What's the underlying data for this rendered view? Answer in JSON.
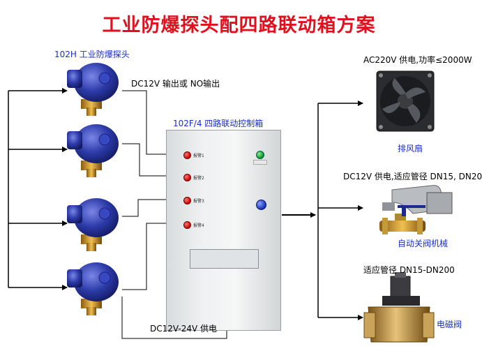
{
  "title": "工业防爆探头配四路联动箱方案",
  "detector_label": "102H 工业防爆探头",
  "signal_label": "DC12V 输出或 NO输出",
  "controller_label": "102F/4  四路联动控制箱",
  "alarms": [
    "报警1",
    "报警2",
    "报警3",
    "报警4"
  ],
  "power_label": "DC12V-24V 供电",
  "fan": {
    "spec": "AC220V 供电,功率≤2000W",
    "name": "排风扇"
  },
  "valve": {
    "spec": "DC12V 供电,适应管径 DN15, DN20",
    "name": "自动关阀机械"
  },
  "solenoid": {
    "spec": "适应管径  DN15-DN200",
    "name": "电磁阀"
  }
}
